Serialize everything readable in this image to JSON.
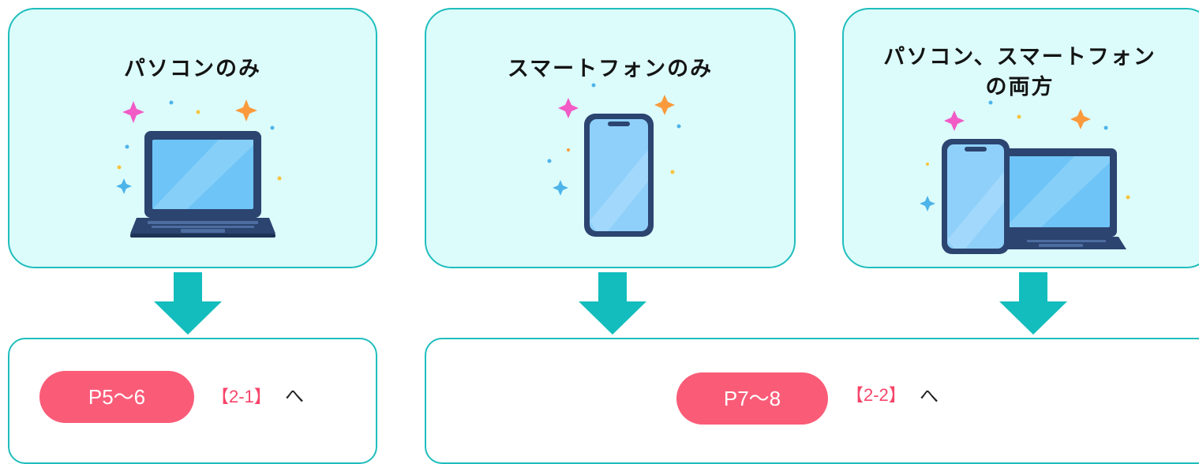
{
  "colors": {
    "card_fill": "#dcfcfb",
    "teal_border": "#1fbdbd",
    "arrow": "#13bdbd",
    "pill": "#fa5c78",
    "ref_text": "#f7456a"
  },
  "options": [
    {
      "title": "パソコンのみ",
      "icon": "laptop-icon"
    },
    {
      "title": "スマートフォンのみ",
      "icon": "smartphone-icon"
    },
    {
      "title": "パソコン、スマートフォン\nの両方",
      "icon": "phone-and-laptop-icon"
    }
  ],
  "destinations": [
    {
      "pages": "P5～6",
      "section": "【2-1】",
      "to": "へ"
    },
    {
      "pages": "P7～8",
      "section": "【2-2】",
      "to": "へ"
    }
  ]
}
